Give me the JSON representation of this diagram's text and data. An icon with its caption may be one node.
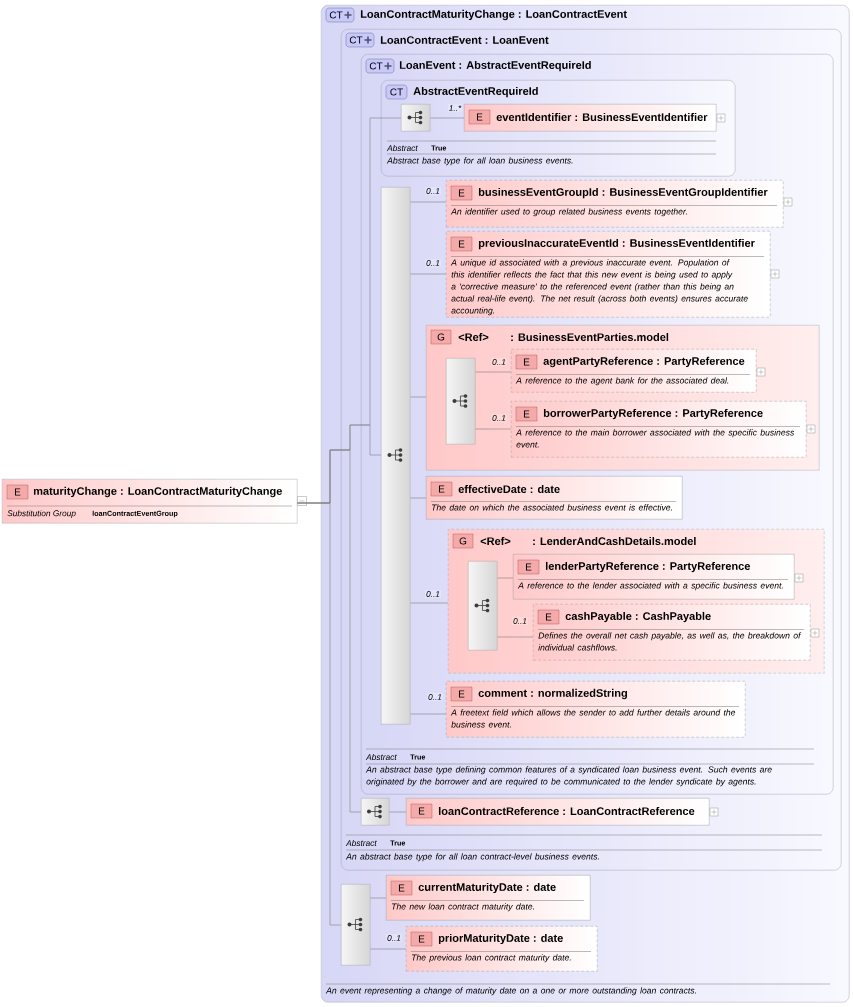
{
  "diagram": {
    "nodes": [
      {
        "text": [
          "E",
          "maturityChange : LoanContractMaturityChange",
          "Substitution Group",
          "loanContractEventGroup"
        ]
      },
      {
        "text": [
          "CT",
          "LoanContractMaturityChange : LoanContractEvent",
          "An event representing a change of maturity date on a one or more outstanding loan contracts."
        ]
      },
      {
        "text": [
          "CT",
          "LoanContractEvent : LoanEvent",
          "Abstract",
          "True",
          "An abstract base type for all loan contract-level business events."
        ],
        "in": 1
      },
      {
        "text": [
          "CT",
          "LoanEvent : AbstractEventRequireId",
          "Abstract",
          "True",
          "An abstract base type defining common features of a syndicated loan business event. Such events are originated by the borrower and are required to be communicated to the lender syndicate by agents."
        ],
        "in": 2
      },
      {
        "text": [
          "CT",
          "AbstractEventRequireId",
          "Abstract",
          "True",
          "Abstract base type for all loan business events."
        ],
        "in": 3
      },
      {
        "text": [],
        "shape": "box",
        "in": 4
      },
      {
        "text": [
          "E",
          "eventIdentifier : BusinessEventIdentifier"
        ],
        "in": 4
      },
      {
        "text": [],
        "shape": "box",
        "in": 3
      },
      {
        "text": [
          "E",
          "businessEventGroupId : BusinessEventGroupIdentifier",
          "An identifier used to group related business events together."
        ],
        "in": 3
      },
      {
        "text": [
          "E",
          "previousInaccurateEventId : BusinessEventIdentifier",
          "A unique id associated with a previous inaccurate event. Population of this identifier reflects the fact that this new event is being used to apply a 'corrective measure' to the referenced event (rather than this being an actual real-life event). The net result (across both events) ensures accurate accounting."
        ],
        "in": 3
      },
      {
        "text": [
          "G",
          "<Ref>",
          ": BusinessEventParties.model"
        ],
        "in": 3
      },
      {
        "text": [],
        "shape": "box",
        "in": 10
      },
      {
        "text": [
          "E",
          "agentPartyReference : PartyReference",
          "A reference to the agent bank for the associated deal."
        ],
        "in": 10
      },
      {
        "text": [
          "E",
          "borrowerPartyReference : PartyReference",
          "A reference to the main borrower associated with the specific business event."
        ],
        "in": 10
      },
      {
        "text": [
          "E",
          "effectiveDate : date",
          "The date on which the associated business event is effective."
        ],
        "in": 3
      },
      {
        "text": [
          "G",
          "<Ref>",
          ": LenderAndCashDetails.model"
        ],
        "in": 3
      },
      {
        "text": [],
        "shape": "box",
        "in": 15
      },
      {
        "text": [
          "E",
          "lenderPartyReference : PartyReference",
          "A reference to the lender associated with a specific business event."
        ],
        "in": 15
      },
      {
        "text": [
          "E",
          "cashPayable : CashPayable",
          "Defines the overall net cash payable, as well as, the breakdown of individual cashflows."
        ],
        "in": 15
      },
      {
        "text": [
          "E",
          "comment : normalizedString",
          "A freetext field which allows the sender to add further details around the business event."
        ],
        "in": 3
      },
      {
        "text": [],
        "shape": "box",
        "in": 2
      },
      {
        "text": [
          "E",
          "loanContractReference : LoanContractReference"
        ],
        "in": 2
      },
      {
        "text": [],
        "shape": "box",
        "in": 1
      },
      {
        "text": [
          "E",
          "currentMaturityDate : date",
          "The new loan contract maturity date."
        ],
        "in": 1
      },
      {
        "text": [
          "E",
          "priorMaturityDate : date",
          "The previous loan contract maturity date."
        ],
        "in": 1
      }
    ],
    "edges": [
      {
        "from": 0,
        "to": 22,
        "arrow": "none"
      },
      {
        "from": 0,
        "to": 20,
        "arrow": "none"
      },
      {
        "from": 0,
        "to": 7,
        "arrow": "none"
      },
      {
        "from": 0,
        "to": 5,
        "arrow": "none"
      },
      {
        "from": 5,
        "to": 6,
        "arrow": "none",
        "label": "1..*"
      },
      {
        "from": 7,
        "to": 8,
        "arrow": "none",
        "label": "0..1"
      },
      {
        "from": 7,
        "to": 9,
        "arrow": "none",
        "label": "0..1"
      },
      {
        "from": 7,
        "to": 10,
        "arrow": "none"
      },
      {
        "from": 11,
        "to": 12,
        "arrow": "none",
        "label": "0..1"
      },
      {
        "from": 11,
        "to": 13,
        "arrow": "none",
        "label": "0..1"
      },
      {
        "from": 7,
        "to": 14,
        "arrow": "none"
      },
      {
        "from": 7,
        "to": 15,
        "arrow": "none",
        "label": "0..1"
      },
      {
        "from": 16,
        "to": 17,
        "arrow": "none"
      },
      {
        "from": 16,
        "to": 18,
        "arrow": "none",
        "label": "0..1"
      },
      {
        "from": 7,
        "to": 19,
        "arrow": "none",
        "label": "0..1"
      },
      {
        "from": 20,
        "to": 21,
        "arrow": "none"
      },
      {
        "from": 22,
        "to": 23,
        "arrow": "none"
      },
      {
        "from": 22,
        "to": 24,
        "arrow": "none",
        "label": "0..1"
      }
    ]
  }
}
